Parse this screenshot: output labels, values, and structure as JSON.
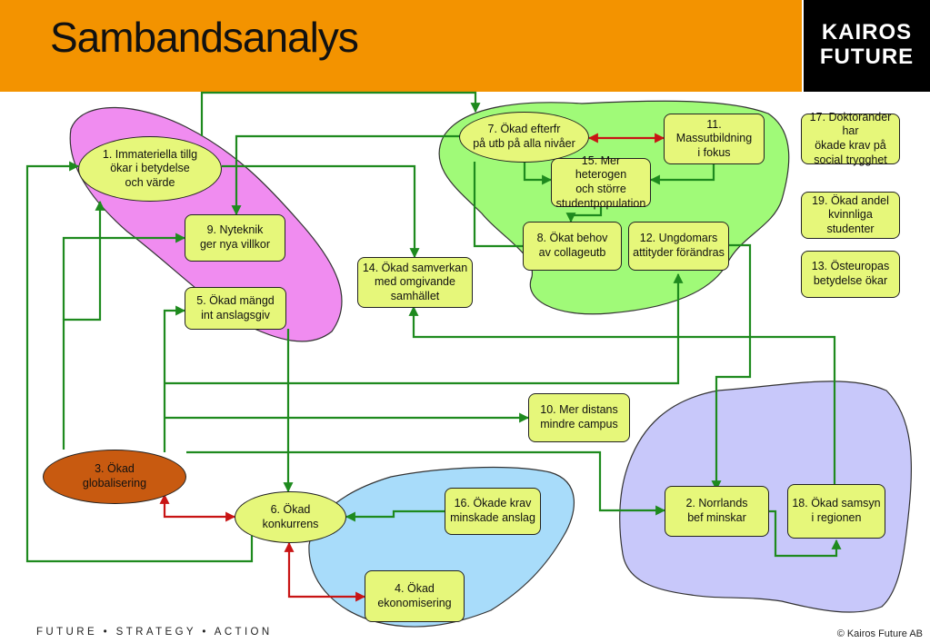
{
  "header": {
    "title": "Sambandsanalys",
    "logo_line1": "KAIROS",
    "logo_line2": "FUTURE",
    "accent_color": "#f39300"
  },
  "nodes": {
    "n1": "1. Immateriella tillg\nökar i betydelse\noch värde",
    "n2": "2. Norrlands\nbef minskar",
    "n3": "3. Ökad\nglobalisering",
    "n4": "4. Ökad\nekonomisering",
    "n5": "5. Ökad  mängd\nint anslagsgiv",
    "n6": "6. Ökad\nkonkurrens",
    "n7": "7. Ökad efterfr\npå utb på alla nivåer",
    "n8": "8. Ökat  behov\nav collageutb",
    "n9": "9. Nyteknik\nger nya villkor",
    "n10": "10. Mer distans\nmindre campus",
    "n11": "11. Massutbildning\ni fokus",
    "n12": "12. Ungdomars\nattityder förändras",
    "n13": "13. Östeuropas\nbetydelse ökar",
    "n14": "14. Ökad samverkan\nmed omgivande\nsamhället",
    "n15": "15. Mer heterogen\noch större\nstudentpopulation",
    "n16": "16. Ökade krav\nminskade anslag",
    "n17": "17. Doktorander har\nökade krav på\nsocial trygghet",
    "n18": "18. Ökad samsyn\ni regionen",
    "n19": "19. Ökad andel\nkvinnliga studenter"
  },
  "colors": {
    "node_fill": "#e6f77a",
    "node_orange": "#c85a10",
    "blob_pink": "#f08cf0",
    "blob_green": "#a0fa78",
    "blob_blue": "#a8dcfa",
    "blob_lavender": "#c8c8fa",
    "arrow_green": "#1e8a1e",
    "arrow_red": "#c81414"
  },
  "footer": {
    "tagline": "FUTURE • STRATEGY • ACTION",
    "copyright": "© Kairos Future AB"
  }
}
